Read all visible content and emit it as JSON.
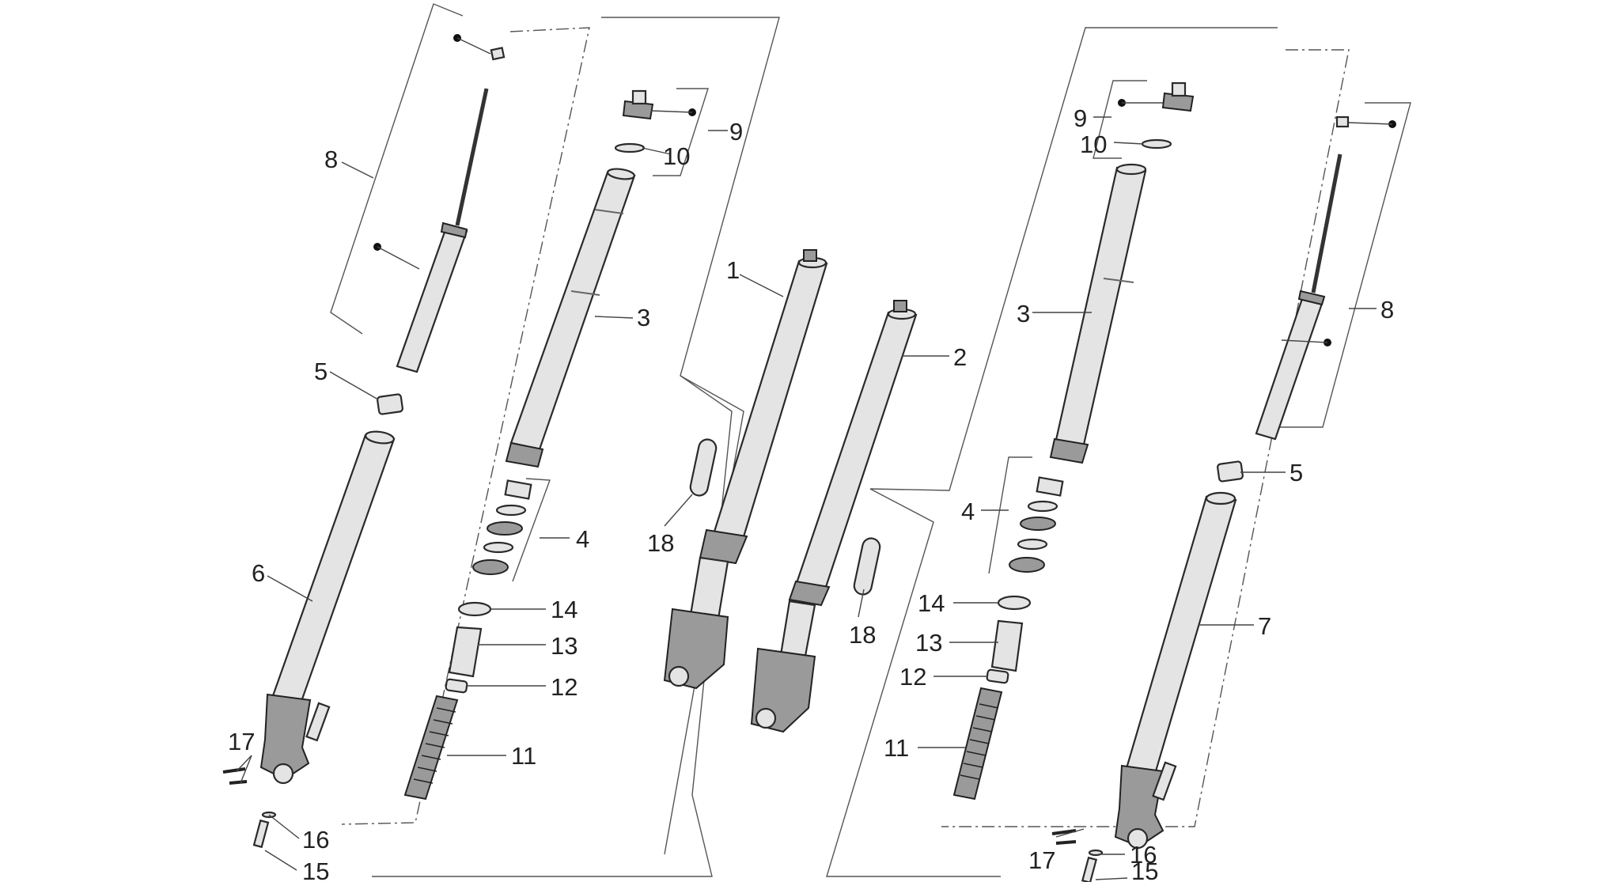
{
  "colors": {
    "background": "#ffffff",
    "line": "#2a2a2a",
    "text": "#222222"
  },
  "callouts": {
    "c1": "1",
    "c2": "2",
    "c3l": "3",
    "c3r": "3",
    "c4l": "4",
    "c4r": "4",
    "c5l": "5",
    "c5r": "5",
    "c6": "6",
    "c7": "7",
    "c8l": "8",
    "c8r": "8",
    "c9l": "9",
    "c9r": "9",
    "c10l": "10",
    "c10r": "10",
    "c11l": "11",
    "c11r": "11",
    "c12l": "12",
    "c12r": "12",
    "c13l": "13",
    "c13r": "13",
    "c14l": "14",
    "c14r": "14",
    "c15l": "15",
    "c15r": "15",
    "c16l": "16",
    "c16r": "16",
    "c17l": "17",
    "c17r": "17",
    "c18l": "18",
    "c18r": "18"
  }
}
